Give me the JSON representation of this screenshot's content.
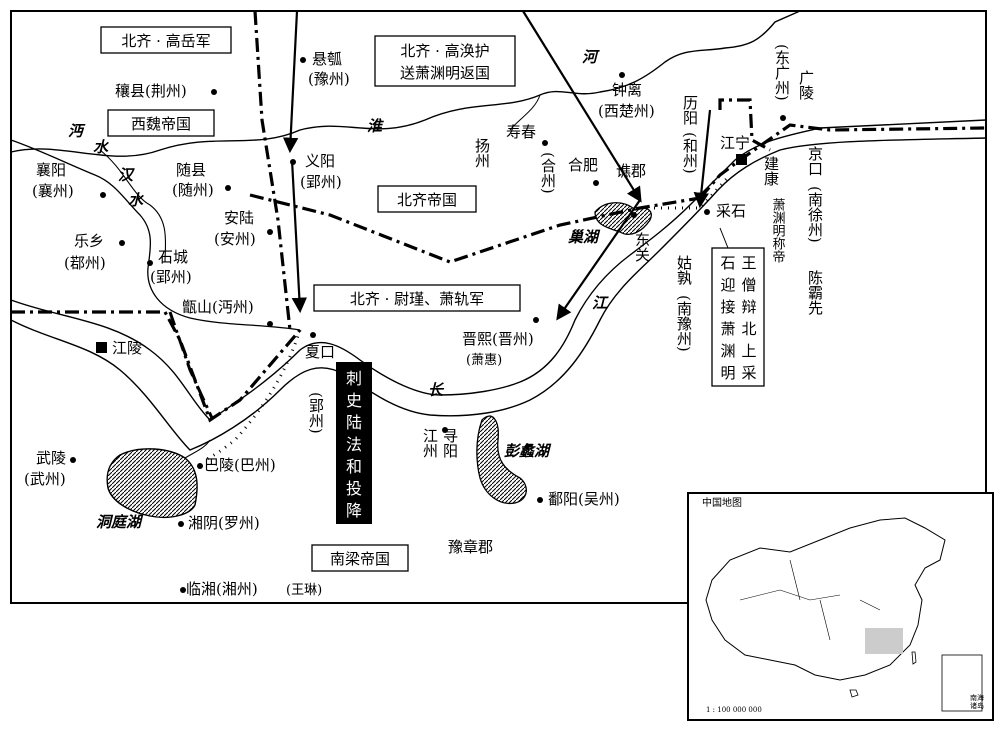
{
  "empires": {
    "west_wei": "西魏帝国",
    "north_qi": "北齐帝国",
    "south_liang": "南梁帝国"
  },
  "campaign_boxes": {
    "gao_yue": "北齐 · 高岳军",
    "gao_huan_line1": "北齐 · 高涣护",
    "gao_huan_line2": "送萧渊明返国",
    "wei_jin": "北齐 · 尉瑾、萧轨军"
  },
  "event_boxes": {
    "surrender": [
      "刺",
      "史",
      "陆",
      "法",
      "和",
      "投",
      "降"
    ],
    "wang_sengbian": [
      [
        "王",
        "僧",
        "辩",
        "北",
        "上",
        "采"
      ],
      [
        "石",
        "迎",
        "接",
        "萧",
        "渊",
        "明"
      ]
    ]
  },
  "places": {
    "xuanhu": "悬瓠",
    "yuzhou": "(豫州)",
    "rangxian": "穰县(荆州)",
    "zhongli": "钟离",
    "xichuzhou": "(西楚州)",
    "shouchun": "寿春",
    "yangzhou": "扬州",
    "hefei": "合肥",
    "hezhou_hefei": "(合州)",
    "liyang": "历阳",
    "hezhou_liyang": "(和州)",
    "jiangning": "江宁",
    "guangling": "广陵",
    "dongguangzhou": "(东广州)",
    "jiankang": "建康",
    "xiao_yuanming_proclaims": "萧渊明称帝",
    "jingkou": "京口",
    "nanxuzhou": "(南徐州)",
    "chen_baxian": "陈霸先",
    "xiangyang": "襄阳",
    "xiangzhou": "(襄州)",
    "suixian": "随县",
    "suizhou": "(随州)",
    "yiyang": "义阳",
    "yingzhou_yiyang": "(郢州)",
    "anlu": "安陆",
    "anzhou": "(安州)",
    "qiaojun": "谯郡",
    "caishi": "采石",
    "dongguan": "东关",
    "gushu": "姑孰",
    "nanyuzhou": "(南豫州)",
    "lexiang": "乐乡",
    "ruozhou": "(鄀州)",
    "shicheng": "石城",
    "yingzhou_shicheng": "(郢州)",
    "zhenshan": "甑山(沔州)",
    "jiangling": "江陵",
    "jinxi": "晋熙(晋州)",
    "xiaohui": "(萧惠)",
    "xiakou": "夏口",
    "yingzhou_xiakou": "(郢州)",
    "xunyang": "寻阳",
    "jiangzhou": "江州",
    "wuling": "武陵",
    "wuzhou": "(武州)",
    "baling": "巴陵(巴州)",
    "xiangyin": "湘阴(罗州)",
    "poyang": "鄱阳(吴州)",
    "yuzhang": "豫章郡",
    "linxiang": "临湘(湘州)",
    "wang_lin": "(王琳)"
  },
  "waters": {
    "mian": "沔",
    "shui1": "水",
    "han": "汉",
    "shui2": "水",
    "huai": "淮",
    "he": "河",
    "chaohu": "巢湖",
    "jiang": "江",
    "chang": "长",
    "pengli": "彭蠡湖",
    "dongting": "洞庭湖"
  },
  "inset": {
    "title": "中国地图",
    "scale": "1 : 100 000 000",
    "south_sea_1": "南海",
    "south_sea_2": "诸岛"
  },
  "colors": {
    "ink": "#000000",
    "paper": "#ffffff",
    "highlight": "#cccccc"
  }
}
